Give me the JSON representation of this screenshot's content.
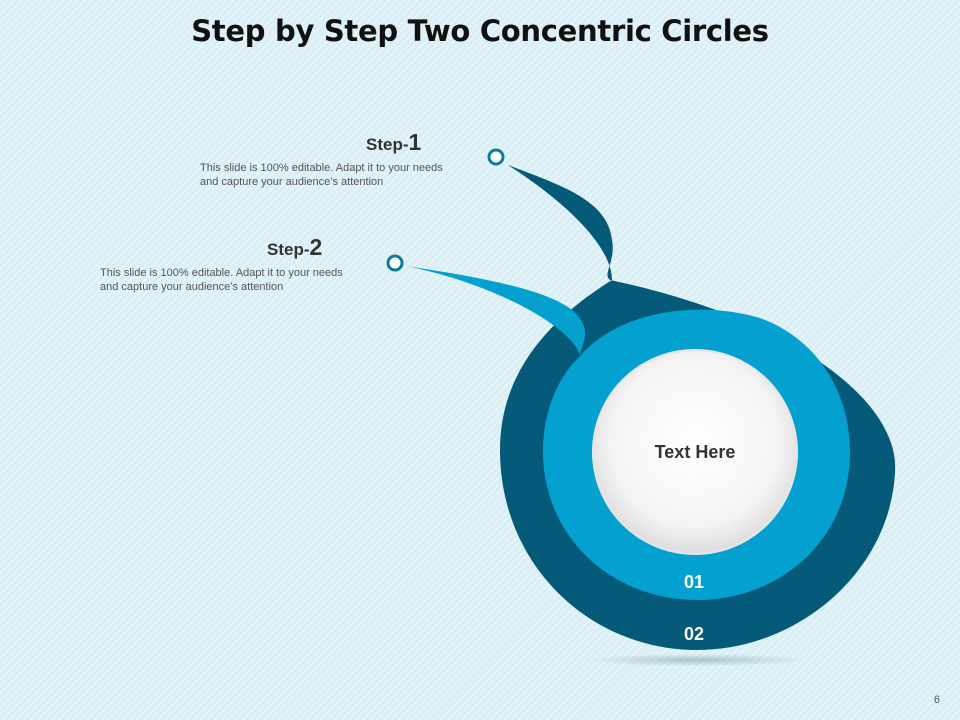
{
  "slide": {
    "title": "Step by Step Two Concentric Circles",
    "page_number": "6"
  },
  "steps": [
    {
      "label_prefix": "Step-",
      "label_number": "1",
      "description_line1": "This slide is 100% editable. Adapt it to your needs",
      "description_line2": "and capture your audience’s attention",
      "ring_number": "02",
      "color": "#045a78"
    },
    {
      "label_prefix": "Step-",
      "label_number": "2",
      "description_line1": "This slide is 100% editable. Adapt it to your needs",
      "description_line2": "and capture your audience’s attention",
      "ring_number": "01",
      "color": "#04a1d0"
    }
  ],
  "center": {
    "label": "Text Here",
    "color": "#ffffff"
  },
  "colors": {
    "text_dark": "#333333",
    "marker_outline": "#0b7e95"
  }
}
